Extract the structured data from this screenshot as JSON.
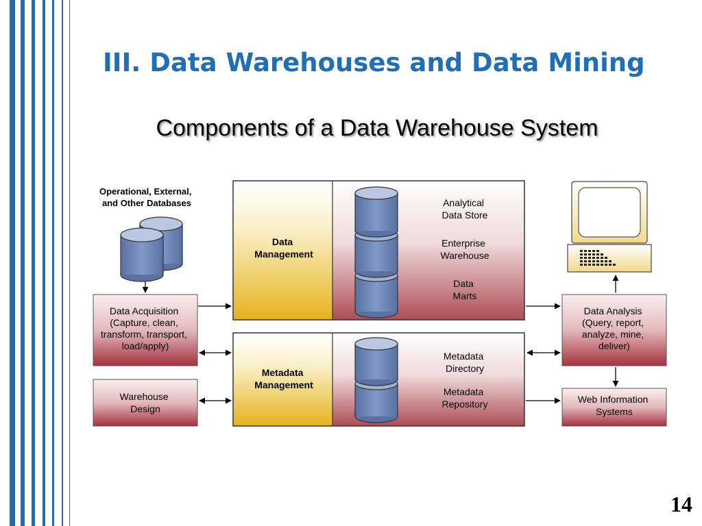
{
  "slide": {
    "title": "III. Data Warehouses and Data Mining",
    "subtitle": "Components of a Data Warehouse System",
    "page_number": "14"
  },
  "colors": {
    "title": "#1f6fb8",
    "accent_bar": "#2b6aa8",
    "gold_panel": "#e9b520",
    "rose_panel": "#a8404a",
    "cylinder": "#6e86b5"
  },
  "diagram": {
    "source_databases": {
      "lines": [
        "Operational, External,",
        "and Other Databases"
      ]
    },
    "data_acquisition": {
      "lines": [
        "Data Acquisition",
        "(Capture, clean,",
        "transform, transport,",
        "load/apply)"
      ]
    },
    "warehouse_design": {
      "lines": [
        "Warehouse",
        "Design"
      ]
    },
    "data_management": {
      "label_lines": [
        "Data",
        "Management"
      ],
      "stores": [
        {
          "lines": [
            "Analytical",
            "Data Store"
          ]
        },
        {
          "lines": [
            "Enterprise",
            "Warehouse"
          ]
        },
        {
          "lines": [
            "Data",
            "Marts"
          ]
        }
      ]
    },
    "metadata_management": {
      "label_lines": [
        "Metadata",
        "Management"
      ],
      "stores": [
        {
          "lines": [
            "Metadata",
            "Directory"
          ]
        },
        {
          "lines": [
            "Metadata",
            "Repository"
          ]
        }
      ]
    },
    "data_analysis": {
      "lines": [
        "Data Analysis",
        "(Query, report,",
        "analyze, mine,",
        "deliver)"
      ]
    },
    "web_information_systems": {
      "lines": [
        "Web Information",
        "Systems"
      ]
    }
  }
}
